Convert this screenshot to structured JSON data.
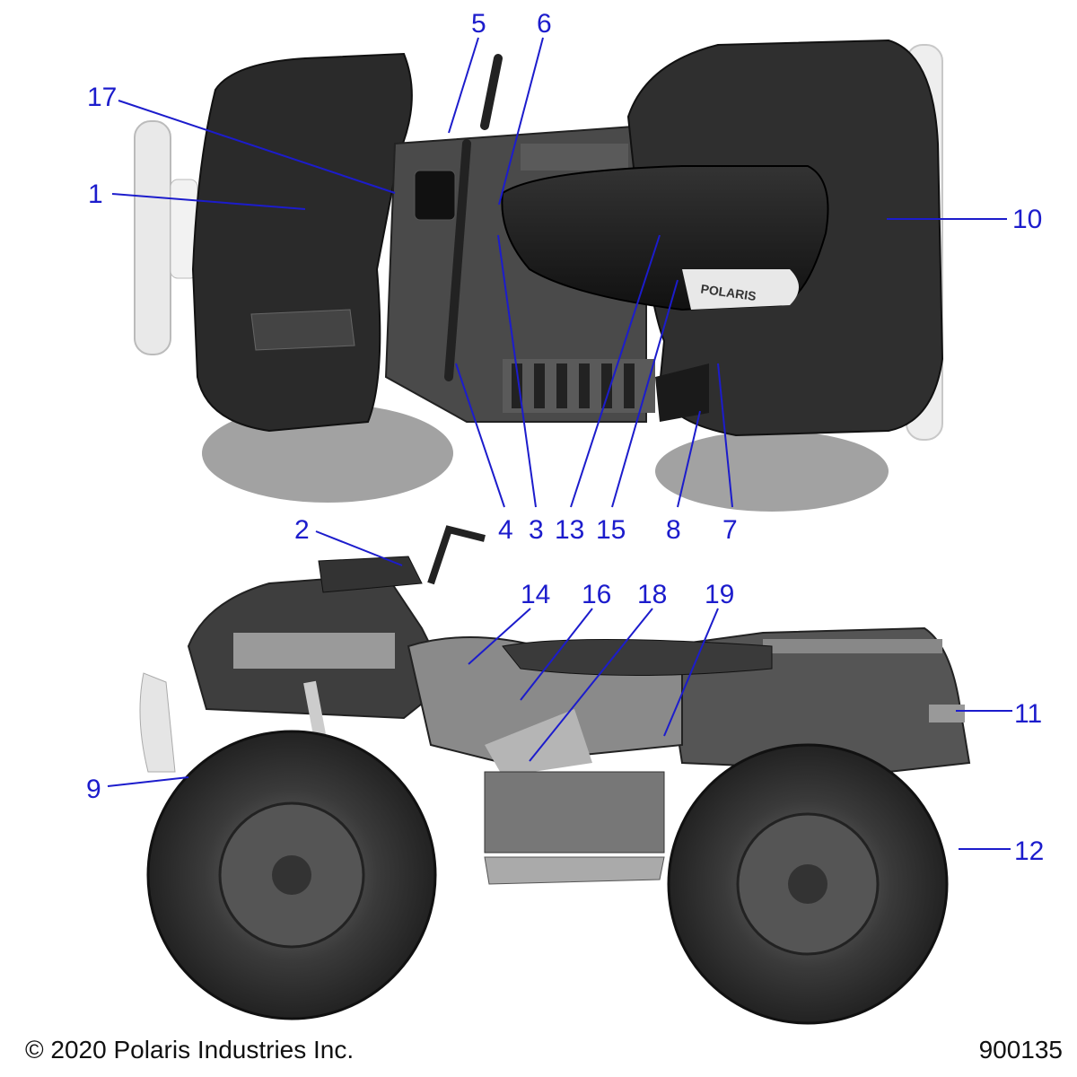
{
  "callouts": [
    {
      "id": "17",
      "label": "17"
    },
    {
      "id": "1",
      "label": "1"
    },
    {
      "id": "5",
      "label": "5"
    },
    {
      "id": "6",
      "label": "6"
    },
    {
      "id": "10",
      "label": "10"
    },
    {
      "id": "4",
      "label": "4"
    },
    {
      "id": "3",
      "label": "3"
    },
    {
      "id": "13",
      "label": "13"
    },
    {
      "id": "15",
      "label": "15"
    },
    {
      "id": "8",
      "label": "8"
    },
    {
      "id": "7",
      "label": "7"
    },
    {
      "id": "2",
      "label": "2"
    },
    {
      "id": "14",
      "label": "14"
    },
    {
      "id": "16",
      "label": "16"
    },
    {
      "id": "18",
      "label": "18"
    },
    {
      "id": "19",
      "label": "19"
    },
    {
      "id": "11",
      "label": "11"
    },
    {
      "id": "9",
      "label": "9"
    },
    {
      "id": "12",
      "label": "12"
    }
  ],
  "decal_text": "POLARIS",
  "footer": {
    "copyright": "© 2020 Polaris Industries Inc.",
    "figure_number": "900135"
  },
  "colors": {
    "callout": "#1c1ccc",
    "body_dark": "#2a2a2a",
    "body_mid": "#6a6a6a",
    "body_light": "#c8c8c8"
  }
}
